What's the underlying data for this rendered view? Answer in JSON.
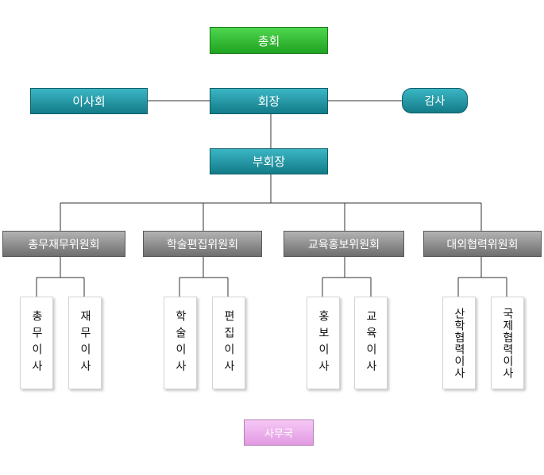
{
  "org": {
    "general_assembly": "총회",
    "board": "이사회",
    "president": "회장",
    "auditor": "감사",
    "vice_president": "부회장",
    "committees": [
      {
        "name": "총무재무위원회",
        "roles": [
          "총무이사",
          "재무이사"
        ]
      },
      {
        "name": "학술편집위원회",
        "roles": [
          "학술이사",
          "편집이사"
        ]
      },
      {
        "name": "교육홍보위원회",
        "roles": [
          "홍보이사",
          "교육이사"
        ]
      },
      {
        "name": "대외협력위원회",
        "roles": [
          "산학협력이사",
          "국제협력이사"
        ]
      }
    ],
    "secretariat": "사무국"
  }
}
